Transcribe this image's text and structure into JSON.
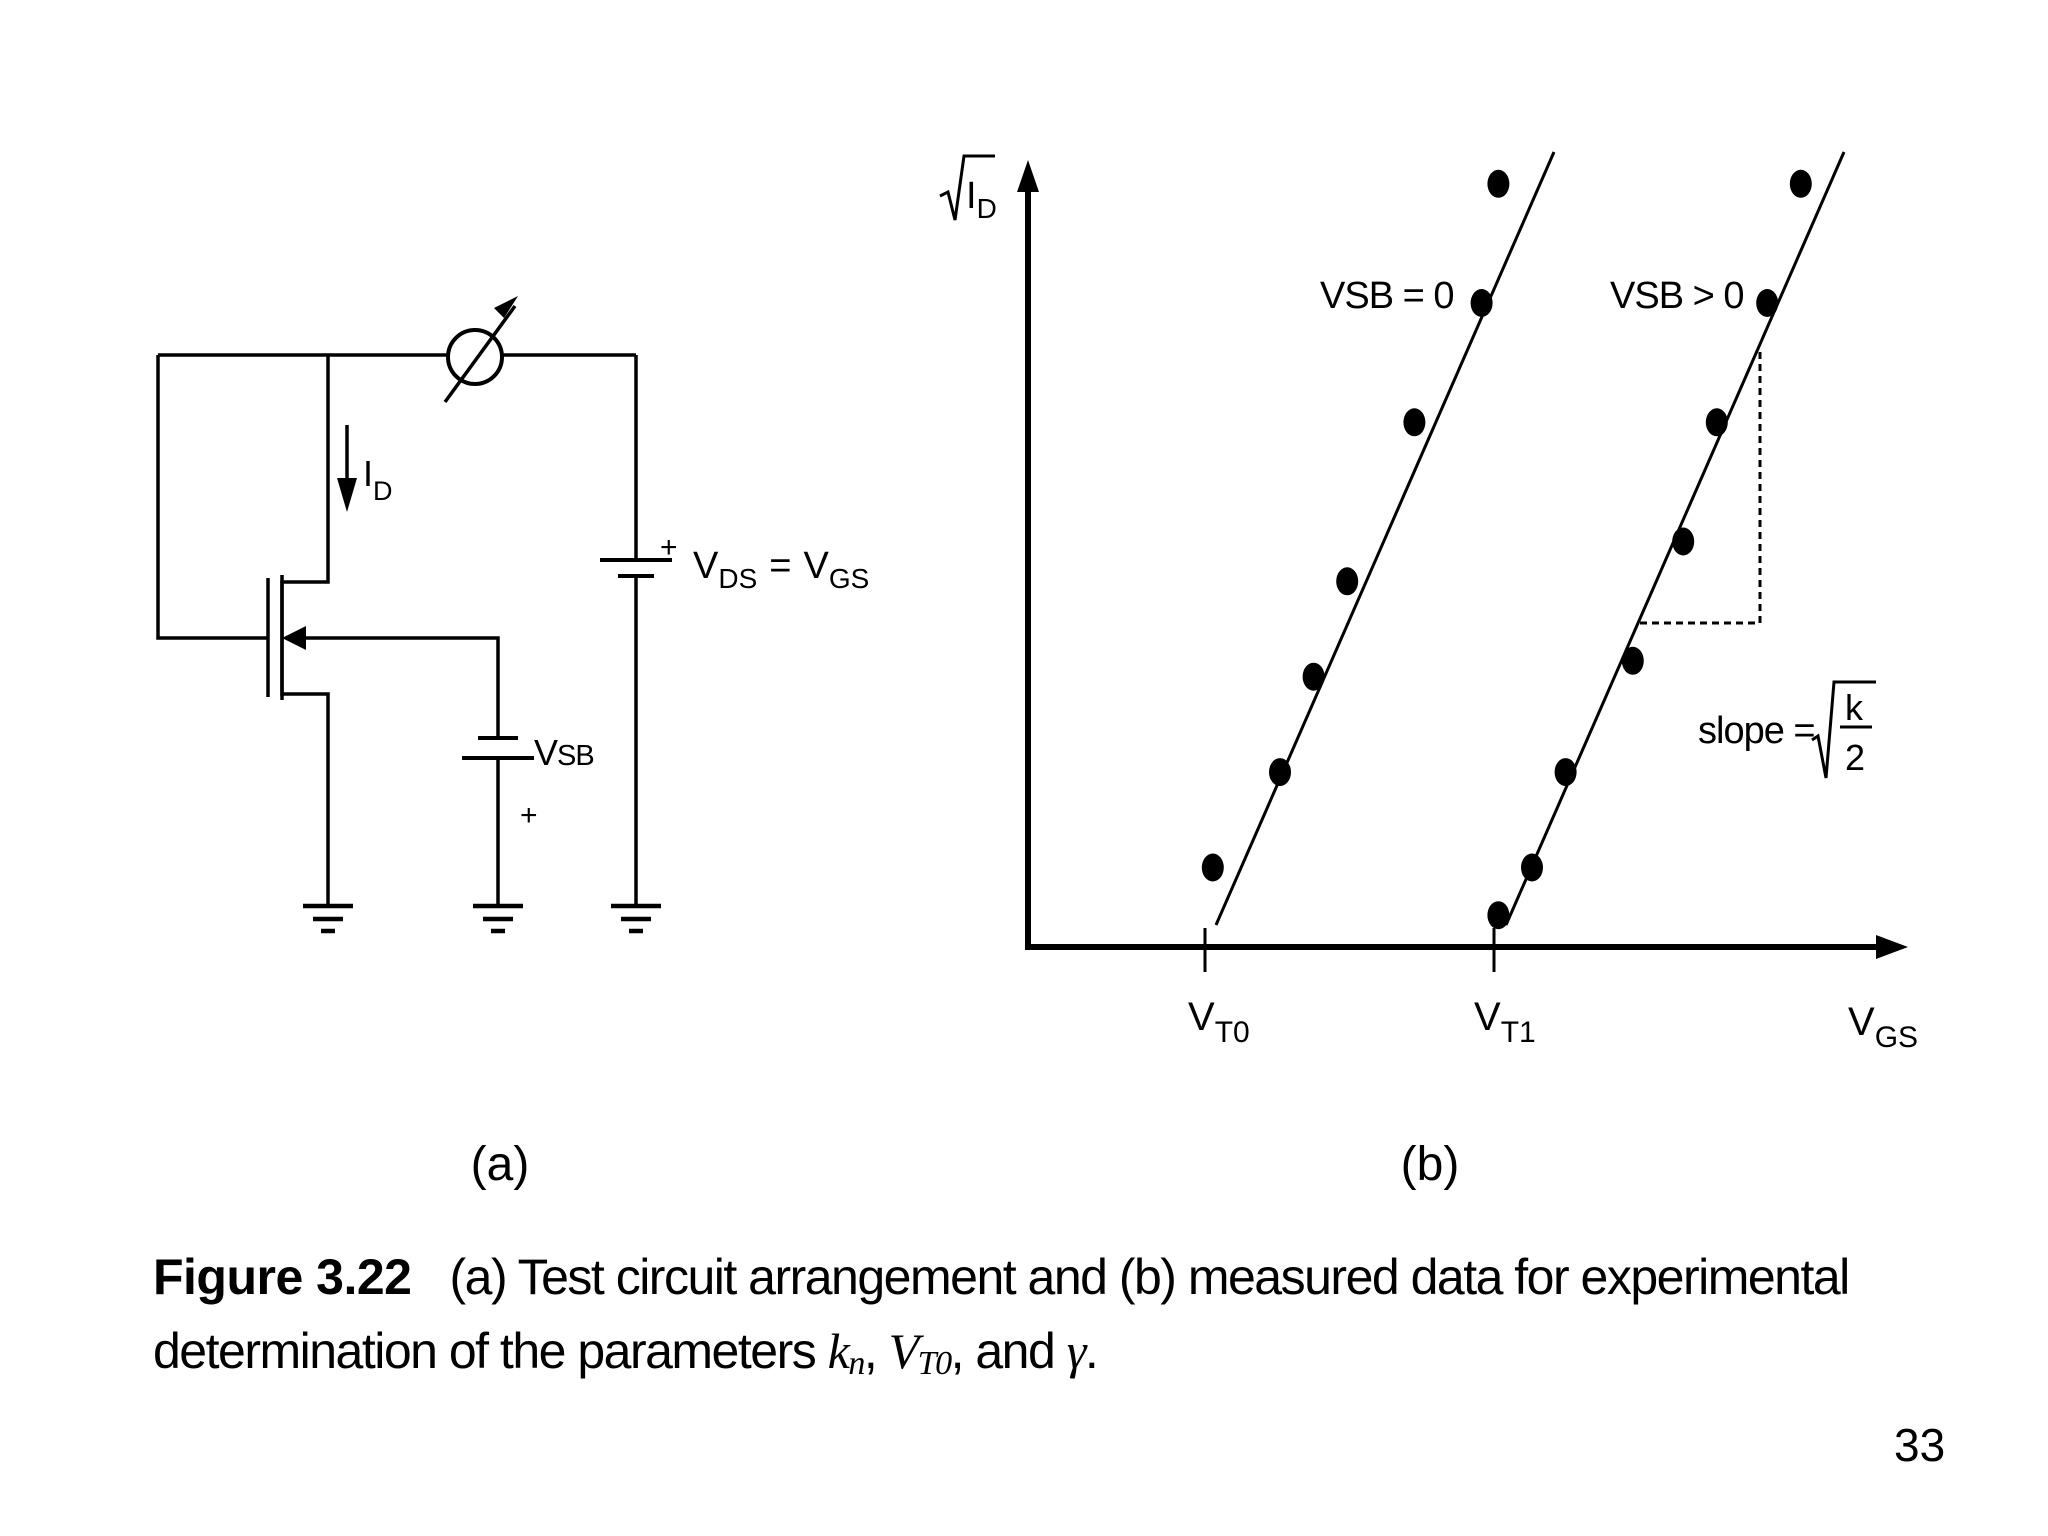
{
  "panel_a": {
    "current_label": "I",
    "current_sub": "D",
    "vsb_label": "V",
    "vsb_sub": "SB",
    "vds_label": "V",
    "vds_sub": "DS",
    "equals": "=",
    "vgs_label": "V",
    "vgs_sub": "GS",
    "plus_top": "+",
    "plus_bottom": "+",
    "sublabel": "(a)"
  },
  "panel_b": {
    "y_axis_label": "I",
    "y_axis_sub": "D",
    "x_axis_label": "V",
    "x_axis_sub": "GS",
    "vt0_label": "V",
    "vt0_sub": "T0",
    "vt1_label": "V",
    "vt1_sub": "T1",
    "line1_label": "VSB = 0",
    "line2_label": "VSB > 0",
    "slope_label": "slope =",
    "slope_num": "k",
    "slope_den": "2",
    "sublabel": "(b)"
  },
  "caption": {
    "figure_number": "Figure 3.22",
    "text_line1": "(a) Test circuit arrangement and (b) measured data for experimental",
    "text_line2_pre": "determination of the parameters ",
    "k": "k",
    "k_sub": "n",
    "sep1": ", ",
    "v": "V",
    "v_sub": "T0",
    "sep2": ", and ",
    "gamma": "γ",
    "end": "."
  },
  "page_number": "33",
  "chart_data": {
    "type": "scatter",
    "title": "",
    "xlabel": "VGS",
    "ylabel": "√ID",
    "x_ticks": [
      "VT0",
      "VT1"
    ],
    "series": [
      {
        "name": "VSB = 0",
        "points": [
          [
            0.11,
            0.1
          ],
          [
            0.15,
            0.22
          ],
          [
            0.17,
            0.34
          ],
          [
            0.19,
            0.46
          ],
          [
            0.23,
            0.66
          ],
          [
            0.27,
            0.81
          ],
          [
            0.28,
            0.96
          ]
        ]
      },
      {
        "name": "VSB > 0",
        "points": [
          [
            0.28,
            0.04
          ],
          [
            0.3,
            0.1
          ],
          [
            0.32,
            0.22
          ],
          [
            0.36,
            0.36
          ],
          [
            0.39,
            0.51
          ],
          [
            0.41,
            0.66
          ],
          [
            0.44,
            0.81
          ],
          [
            0.46,
            0.96
          ]
        ]
      }
    ]
  }
}
